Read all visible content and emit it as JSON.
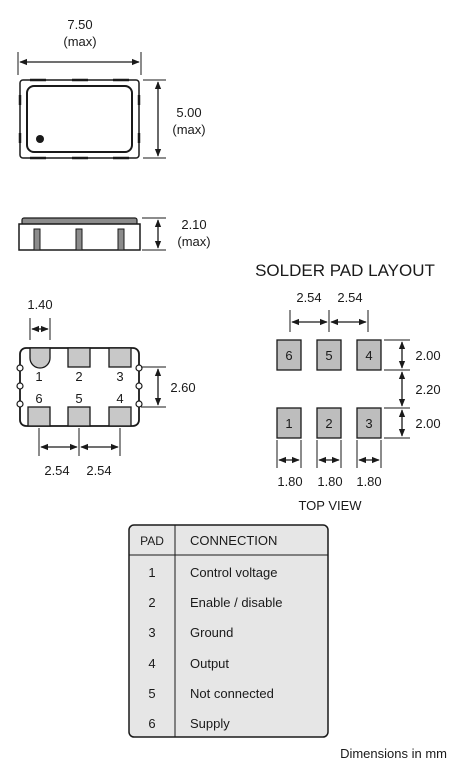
{
  "package": {
    "width_value": "7.50",
    "width_note": "(max)",
    "height_value": "5.00",
    "height_note": "(max)",
    "thickness_value": "2.10",
    "thickness_note": "(max)"
  },
  "bottom_view": {
    "pad_width": "1.40",
    "row_spacing": "2.60",
    "pitch_left": "2.54",
    "pitch_right": "2.54",
    "pin_labels": [
      "1",
      "2",
      "3",
      "6",
      "5",
      "4"
    ]
  },
  "solder_pad_layout": {
    "title": "SOLDER PAD LAYOUT",
    "pitch_left": "2.54",
    "pitch_right": "2.54",
    "pad_height_top": "2.00",
    "gap": "2.20",
    "pad_height_bottom": "2.00",
    "pad_widths": [
      "1.80",
      "1.80",
      "1.80"
    ],
    "top_row": [
      "6",
      "5",
      "4"
    ],
    "bottom_row": [
      "1",
      "2",
      "3"
    ],
    "caption": "TOP VIEW",
    "pad_fill": "#bdbdbd"
  },
  "pad_table": {
    "headers": [
      "PAD",
      "CONNECTION"
    ],
    "rows": [
      {
        "pad": "1",
        "connection": "Control voltage"
      },
      {
        "pad": "2",
        "connection": "Enable / disable"
      },
      {
        "pad": "3",
        "connection": "Ground"
      },
      {
        "pad": "4",
        "connection": "Output"
      },
      {
        "pad": "5",
        "connection": "Not connected"
      },
      {
        "pad": "6",
        "connection": "Supply"
      }
    ],
    "fill": "#e6e6e6"
  },
  "footer": "Dimensions in mm"
}
